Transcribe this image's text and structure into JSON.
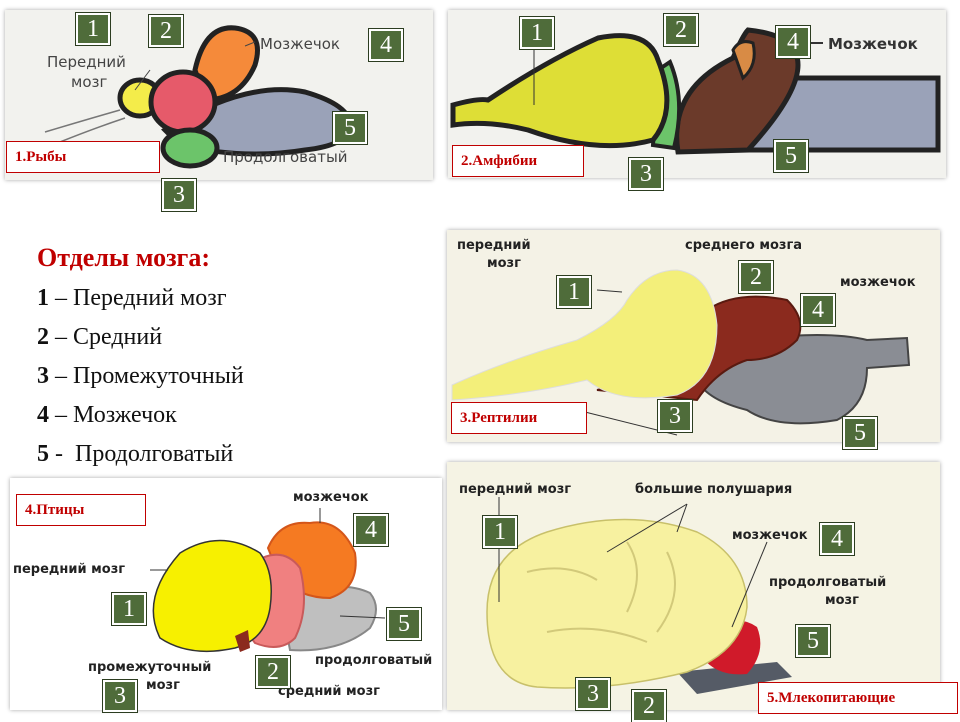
{
  "legend": {
    "title": "Отделы мозга:",
    "items": [
      {
        "num": "1",
        "sep": "–",
        "text": "Передний мозг"
      },
      {
        "num": "2",
        "sep": "–",
        "text": "Средний"
      },
      {
        "num": "3",
        "sep": "–",
        "text": "Промежуточный"
      },
      {
        "num": "4",
        "sep": "–",
        "text": "Мозжечок"
      },
      {
        "num": "5",
        "sep": "-",
        "text": "Продолговатый"
      }
    ]
  },
  "panels": {
    "fish": {
      "caption": "1.Рыбы",
      "labels": {
        "forebrain_line1": "Передний",
        "forebrain_line2": "мозг",
        "cerebellum": "Мозжечок",
        "medulla": "Продолговатый"
      },
      "numbers": [
        "1",
        "2",
        "3",
        "4",
        "5"
      ]
    },
    "amphibians": {
      "caption": "2.Амфибии",
      "labels": {
        "cerebellum": "Мозжечок"
      },
      "numbers": [
        "1",
        "2",
        "3",
        "4",
        "5"
      ]
    },
    "reptiles": {
      "caption": "3.Рептилии",
      "labels": {
        "forebrain_line1": "передний",
        "forebrain_line2": "мозг",
        "midbrain": "среднего мозга",
        "cerebellum": "мозжечок"
      },
      "numbers": [
        "1",
        "2",
        "3",
        "4",
        "5"
      ]
    },
    "birds": {
      "caption": "4.Птицы",
      "labels": {
        "cerebellum": "мозжечок",
        "forebrain": "передний мозг",
        "diencephalon_line1": "промежуточный",
        "diencephalon_line2": "мозг",
        "medulla": "продолговатый",
        "midbrain": "средний мозг"
      },
      "numbers": [
        "1",
        "2",
        "3",
        "4",
        "5"
      ]
    },
    "mammals": {
      "caption": "5.Млекопитающие",
      "labels": {
        "forebrain": "передний мозг",
        "hemispheres": "большие полушария",
        "cerebellum": "мозжечок",
        "medulla_line1": "продолговатый",
        "medulla_line2": "мозг"
      },
      "numbers": [
        "1",
        "2",
        "3",
        "4",
        "5"
      ]
    }
  },
  "colors": {
    "number_box": "#4f6c3a",
    "caption_text": "#c00000",
    "forebrain": "#f4ec4a",
    "midbrain": "#e65a6a",
    "diencephalon": "#6cc46a",
    "cerebellum": "#f58a3a",
    "medulla": "#9aa2b8"
  }
}
